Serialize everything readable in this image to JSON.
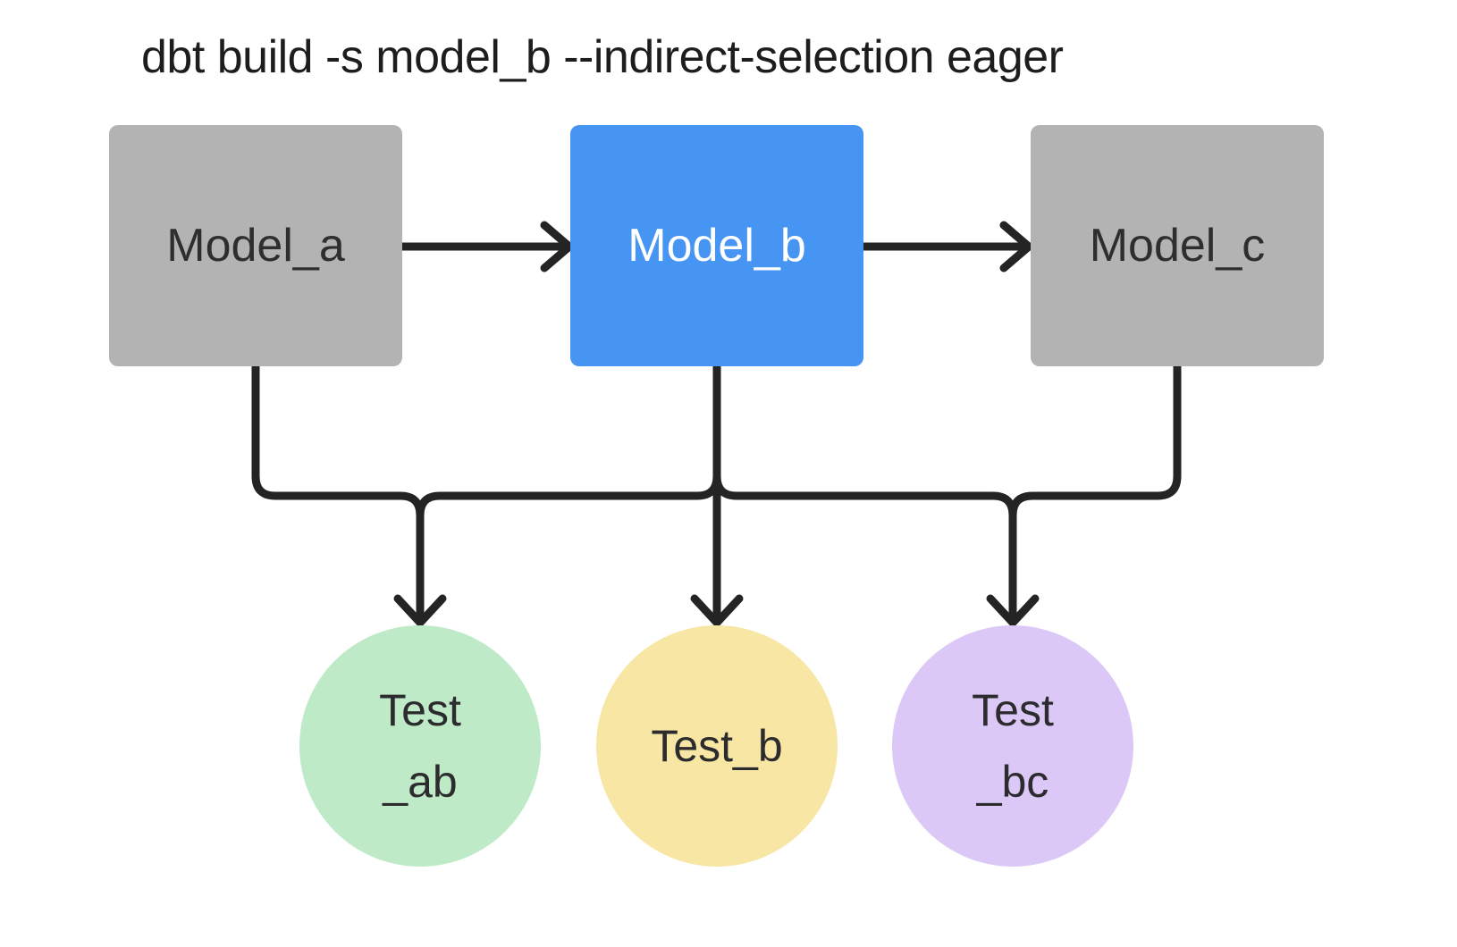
{
  "title": "dbt build -s model_b --indirect-selection eager",
  "colors": {
    "background": "#ffffff",
    "connector": "#242424",
    "model_gray": "#b3b3b4",
    "model_blue": "#4795f2",
    "test_green": "#bfeac8",
    "test_yellow": "#f8e6a4",
    "test_purple": "#dbc8f6"
  },
  "nodes": {
    "model_a": {
      "label": "Model_a",
      "fill": "#b3b3b4",
      "text_color": "#2e2e30",
      "shape": "rectangle"
    },
    "model_b": {
      "label": "Model_b",
      "fill": "#4795f2",
      "text_color": "#ffffff",
      "shape": "rectangle"
    },
    "model_c": {
      "label": "Model_c",
      "fill": "#b3b3b4",
      "text_color": "#2e2e30",
      "shape": "rectangle"
    },
    "test_ab": {
      "label_line1": "Test",
      "label_line2": "_ab",
      "fill": "#bfeac8",
      "shape": "circle"
    },
    "test_b": {
      "label": "Test_b",
      "fill": "#f8e6a4",
      "shape": "circle"
    },
    "test_bc": {
      "label_line1": "Test",
      "label_line2": "_bc",
      "fill": "#dbc8f6",
      "shape": "circle"
    }
  },
  "edges": [
    {
      "from": "model_a",
      "to": "model_b",
      "type": "arrow"
    },
    {
      "from": "model_b",
      "to": "model_c",
      "type": "arrow"
    },
    {
      "from": "model_a",
      "to": "test_ab",
      "type": "arrow"
    },
    {
      "from": "model_b",
      "to": "test_ab",
      "type": "arrow"
    },
    {
      "from": "model_b",
      "to": "test_b",
      "type": "arrow"
    },
    {
      "from": "model_b",
      "to": "test_bc",
      "type": "arrow"
    },
    {
      "from": "model_c",
      "to": "test_bc",
      "type": "arrow"
    }
  ]
}
